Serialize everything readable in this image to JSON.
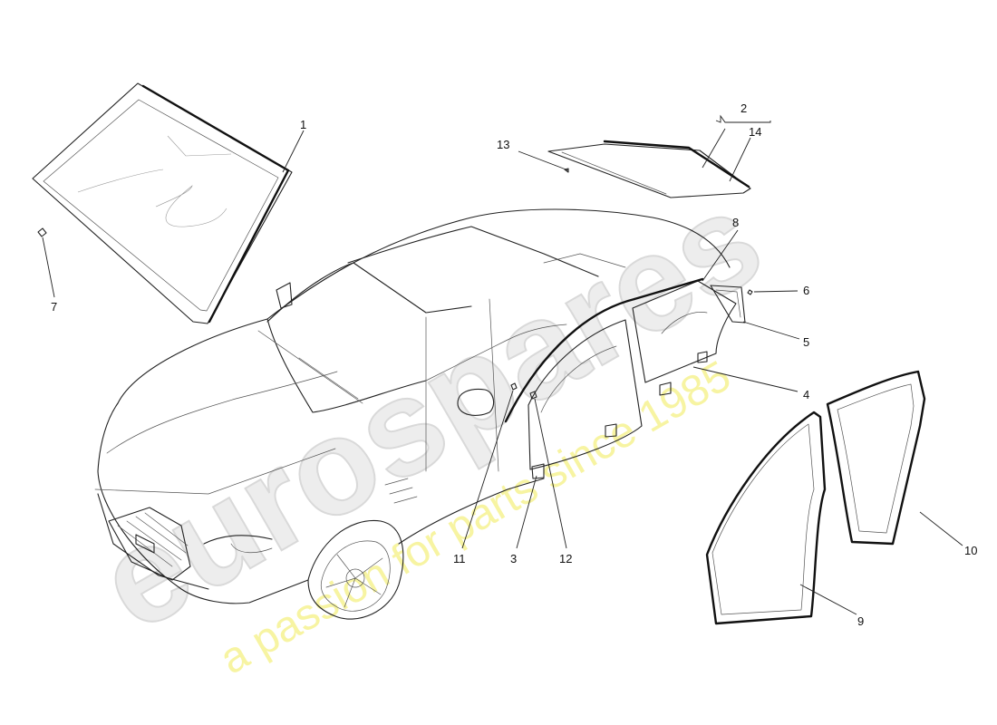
{
  "watermark": {
    "brand": "eurospares",
    "tagline": "a passion for parts since 1985"
  },
  "callouts": [
    {
      "id": "1",
      "label": "1"
    },
    {
      "id": "2",
      "label": "2"
    },
    {
      "id": "3",
      "label": "3"
    },
    {
      "id": "4",
      "label": "4"
    },
    {
      "id": "5",
      "label": "5"
    },
    {
      "id": "6",
      "label": "6"
    },
    {
      "id": "7",
      "label": "7"
    },
    {
      "id": "8",
      "label": "8"
    },
    {
      "id": "9",
      "label": "9"
    },
    {
      "id": "10",
      "label": "10"
    },
    {
      "id": "11",
      "label": "11"
    },
    {
      "id": "12",
      "label": "12"
    },
    {
      "id": "13",
      "label": "13"
    },
    {
      "id": "14",
      "label": "14"
    }
  ]
}
